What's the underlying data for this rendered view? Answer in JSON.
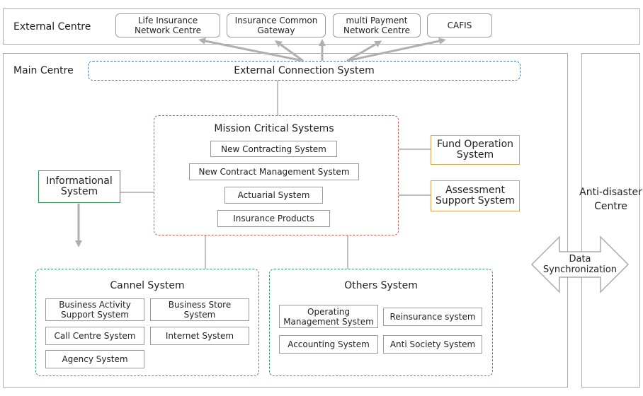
{
  "external_centre": {
    "label": "External Centre",
    "nodes": [
      "Life Insurance\nNetwork Centre",
      "Insurance Common\nGateway",
      "multi Payment\nNetwork Centre",
      "CAFIS"
    ]
  },
  "main_centre": {
    "label": "Main Centre",
    "external_connection": "External Connection System",
    "mission_critical": {
      "title": "Mission Critical Systems",
      "items": [
        "New Contracting System",
        "New Contract Management System",
        "Actuarial System",
        "Insurance Products"
      ]
    },
    "fund_operation": "Fund Operation\nSystem",
    "assessment_support": "Assessment\nSupport System",
    "informational": "Informational\nSystem",
    "cannel_system": {
      "title": "Cannel System",
      "items": [
        "Business Activity\nSupport System",
        "Business Store\nSystem",
        "Call Centre System",
        "Internet System",
        "Agency System"
      ]
    },
    "others_system": {
      "title": "Others System",
      "items": [
        "Operating\nManagement System",
        "Reinsurance system",
        "Accounting System",
        "Anti Society System"
      ]
    }
  },
  "anti_disaster": {
    "label": "Anti-disaster\nCentre"
  },
  "data_sync": {
    "label": "Data\nSynchronization"
  },
  "colors": {
    "blue_dash": "#3d7ab8",
    "red_dash": "#d9534f",
    "green_dash": "#2e9b57",
    "orange": "#e0a050",
    "arrow_gray": "#b0b0b0"
  }
}
